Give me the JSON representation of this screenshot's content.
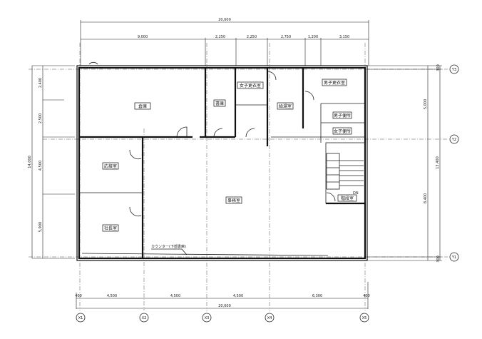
{
  "plan": {
    "rooms": {
      "storage": "倉庫",
      "archive": "書庫",
      "women_locker": "女子更衣室",
      "kitchenette": "給湯室",
      "men_locker": "男子更衣室",
      "men_wc": "男子便所",
      "women_wc": "女子便所",
      "reception": "応接室",
      "president": "社長室",
      "office": "事務室",
      "stairs": "階段室",
      "counter": "カウンター(下部書庫)"
    },
    "stairs_dir": "DN",
    "dimensions": {
      "top_total": "20,600",
      "top_segments": [
        "9,000",
        "2,250",
        "2,250",
        "2,750",
        "1,200",
        "3,150"
      ],
      "bottom_total": "20,600",
      "bottom_segments": [
        "400",
        "4,500",
        "4,500",
        "4,500",
        "6,300",
        "400"
      ],
      "left_total": "14,000",
      "left_segments": [
        "2,400",
        "2,500",
        "4,500",
        "5,900"
      ],
      "right_total": "13,400",
      "right_segments": [
        "300",
        "5,000",
        "8,400",
        "300"
      ]
    },
    "axes": {
      "x": [
        "X1",
        "X2",
        "X3",
        "X4",
        "X5"
      ],
      "y": [
        "Y3",
        "Y2",
        "Y1"
      ]
    }
  }
}
